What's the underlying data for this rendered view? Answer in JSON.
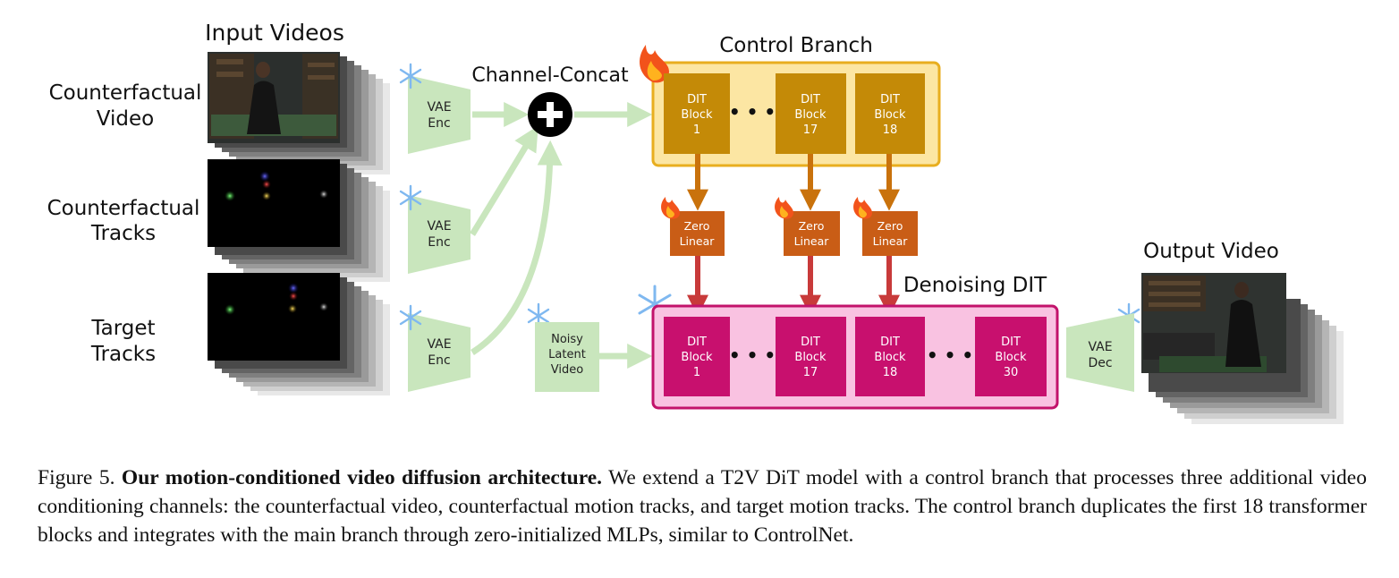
{
  "figure": {
    "input_title": "Input Videos",
    "inputs": [
      {
        "line1": "Counterfactual",
        "line2": "Video"
      },
      {
        "line1": "Counterfactual",
        "line2": "Tracks"
      },
      {
        "line1": "Target",
        "line2": "Tracks"
      }
    ],
    "vae_enc": {
      "line1": "VAE",
      "line2": "Enc"
    },
    "channel_concat": "Channel-Concat",
    "noisy_latent": {
      "line1": "Noisy",
      "line2": "Latent",
      "line3": "Video"
    },
    "control_branch": {
      "title": "Control Branch",
      "blocks": [
        {
          "line1": "DIT",
          "line2": "Block",
          "line3": "1"
        },
        {
          "line1": "DIT",
          "line2": "Block",
          "line3": "17"
        },
        {
          "line1": "DIT",
          "line2": "Block",
          "line3": "18"
        }
      ]
    },
    "zero_linear": {
      "line1": "Zero",
      "line2": "Linear"
    },
    "denoising": {
      "title": "Denoising DIT",
      "blocks": [
        {
          "line1": "DIT",
          "line2": "Block",
          "line3": "1"
        },
        {
          "line1": "DIT",
          "line2": "Block",
          "line3": "17"
        },
        {
          "line1": "DIT",
          "line2": "Block",
          "line3": "18"
        },
        {
          "line1": "DIT",
          "line2": "Block",
          "line3": "30"
        }
      ]
    },
    "vae_dec": {
      "line1": "VAE",
      "line2": "Dec"
    },
    "output_title": "Output Video",
    "ellipsis": "• • •",
    "colors": {
      "vae_green": "#c9e6bd",
      "arrow_green": "#c9e6bd",
      "control_fill": "#fce6a3",
      "control_border": "#e8ae1f",
      "control_block": "#c48a07",
      "zero_linear": "#c95d16",
      "denoise_fill": "#f9c2e1",
      "denoise_border": "#c2136b",
      "denoise_block": "#c8106e"
    }
  },
  "caption": {
    "label": "Figure 5.",
    "bold": "Our motion-conditioned video diffusion architecture.",
    "text": "We extend a T2V DiT model with a control branch that processes three additional video conditioning channels: the counterfactual video, counterfactual motion tracks, and target motion tracks. The control branch duplicates the first 18 transformer blocks and integrates with the main branch through zero-initialized MLPs, similar to ControlNet."
  }
}
